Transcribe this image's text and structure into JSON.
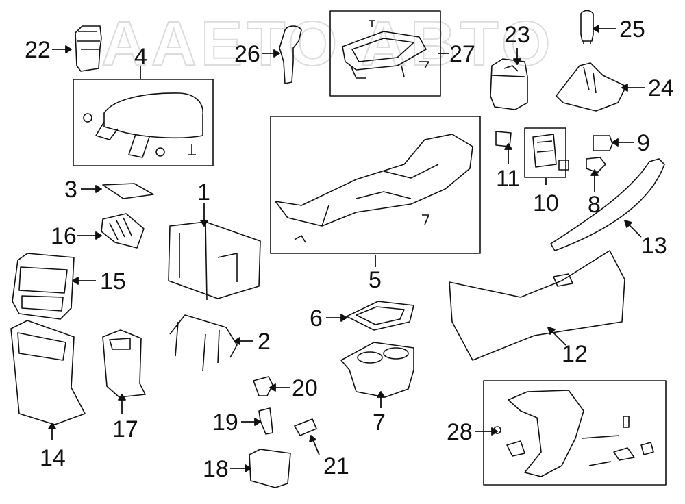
{
  "watermark": "AAETO ABTO",
  "callouts": [
    {
      "id": "1",
      "text": "1"
    },
    {
      "id": "2",
      "text": "2"
    },
    {
      "id": "3",
      "text": "3"
    },
    {
      "id": "4",
      "text": "4"
    },
    {
      "id": "5",
      "text": "5"
    },
    {
      "id": "6",
      "text": "6"
    },
    {
      "id": "7",
      "text": "7"
    },
    {
      "id": "8",
      "text": "8"
    },
    {
      "id": "9",
      "text": "9"
    },
    {
      "id": "10",
      "text": "10"
    },
    {
      "id": "11",
      "text": "11"
    },
    {
      "id": "12",
      "text": "12"
    },
    {
      "id": "13",
      "text": "13"
    },
    {
      "id": "14",
      "text": "14"
    },
    {
      "id": "15",
      "text": "15"
    },
    {
      "id": "16",
      "text": "16"
    },
    {
      "id": "17",
      "text": "17"
    },
    {
      "id": "18",
      "text": "18"
    },
    {
      "id": "19",
      "text": "19"
    },
    {
      "id": "20",
      "text": "20"
    },
    {
      "id": "21",
      "text": "21"
    },
    {
      "id": "22",
      "text": "22"
    },
    {
      "id": "23",
      "text": "23"
    },
    {
      "id": "24",
      "text": "24"
    },
    {
      "id": "25",
      "text": "25"
    },
    {
      "id": "26",
      "text": "26"
    },
    {
      "id": "27",
      "text": "27"
    },
    {
      "id": "28",
      "text": "28"
    }
  ]
}
